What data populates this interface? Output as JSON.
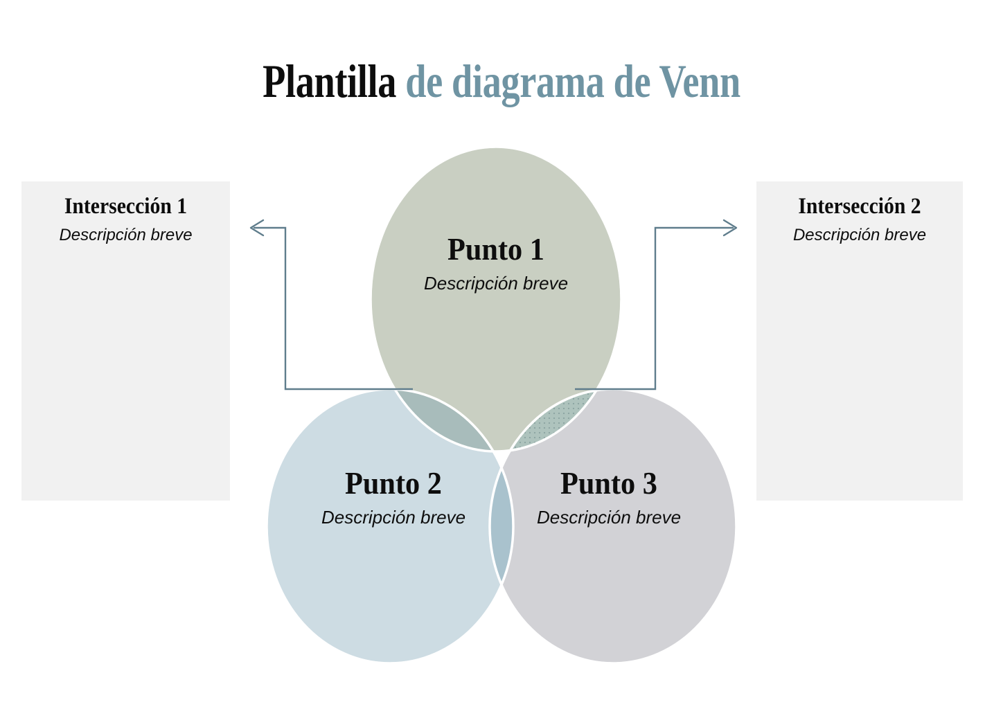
{
  "title": {
    "part_dark": "Plantilla",
    "part_accent": " de diagrama de Venn",
    "accent_color": "#6f94a3",
    "dark_color": "#0d0d0d"
  },
  "panels": [
    {
      "id": "interseccion-1",
      "title": "Intersección 1",
      "description": "Descripción breve",
      "background_color": "#f1f1f1"
    },
    {
      "id": "interseccion-2",
      "title": "Intersección 2",
      "description": "Descripción breve",
      "background_color": "#f1f1f1"
    }
  ],
  "venn": {
    "circles": [
      {
        "id": "punto-1",
        "title": "Punto 1",
        "description": "Descripción breve",
        "fill_color": "#c9cfc2",
        "position": "top"
      },
      {
        "id": "punto-2",
        "title": "Punto 2",
        "description": "Descripción breve",
        "fill_color": "#cddce3",
        "position": "bottom-left"
      },
      {
        "id": "punto-3",
        "title": "Punto 3",
        "description": "Descripción breve",
        "fill_color": "#d2d2d6",
        "position": "bottom-right"
      }
    ],
    "overlap_colors": {
      "top_left": "#a8bcbb",
      "top_right": "#aec3bd",
      "bottom_center": "#a9c2cd",
      "center_triple": "#8ea3a6"
    },
    "outline_color": "#ffffff"
  },
  "connectors": [
    {
      "id": "connector-left",
      "direction": "left",
      "arrow_color": "#5f7d8c",
      "points": "from top-left overlap to Intersección 1 panel"
    },
    {
      "id": "connector-right",
      "direction": "right",
      "arrow_color": "#5f7d8c",
      "points": "from top-right overlap to Intersección 2 panel"
    }
  ]
}
